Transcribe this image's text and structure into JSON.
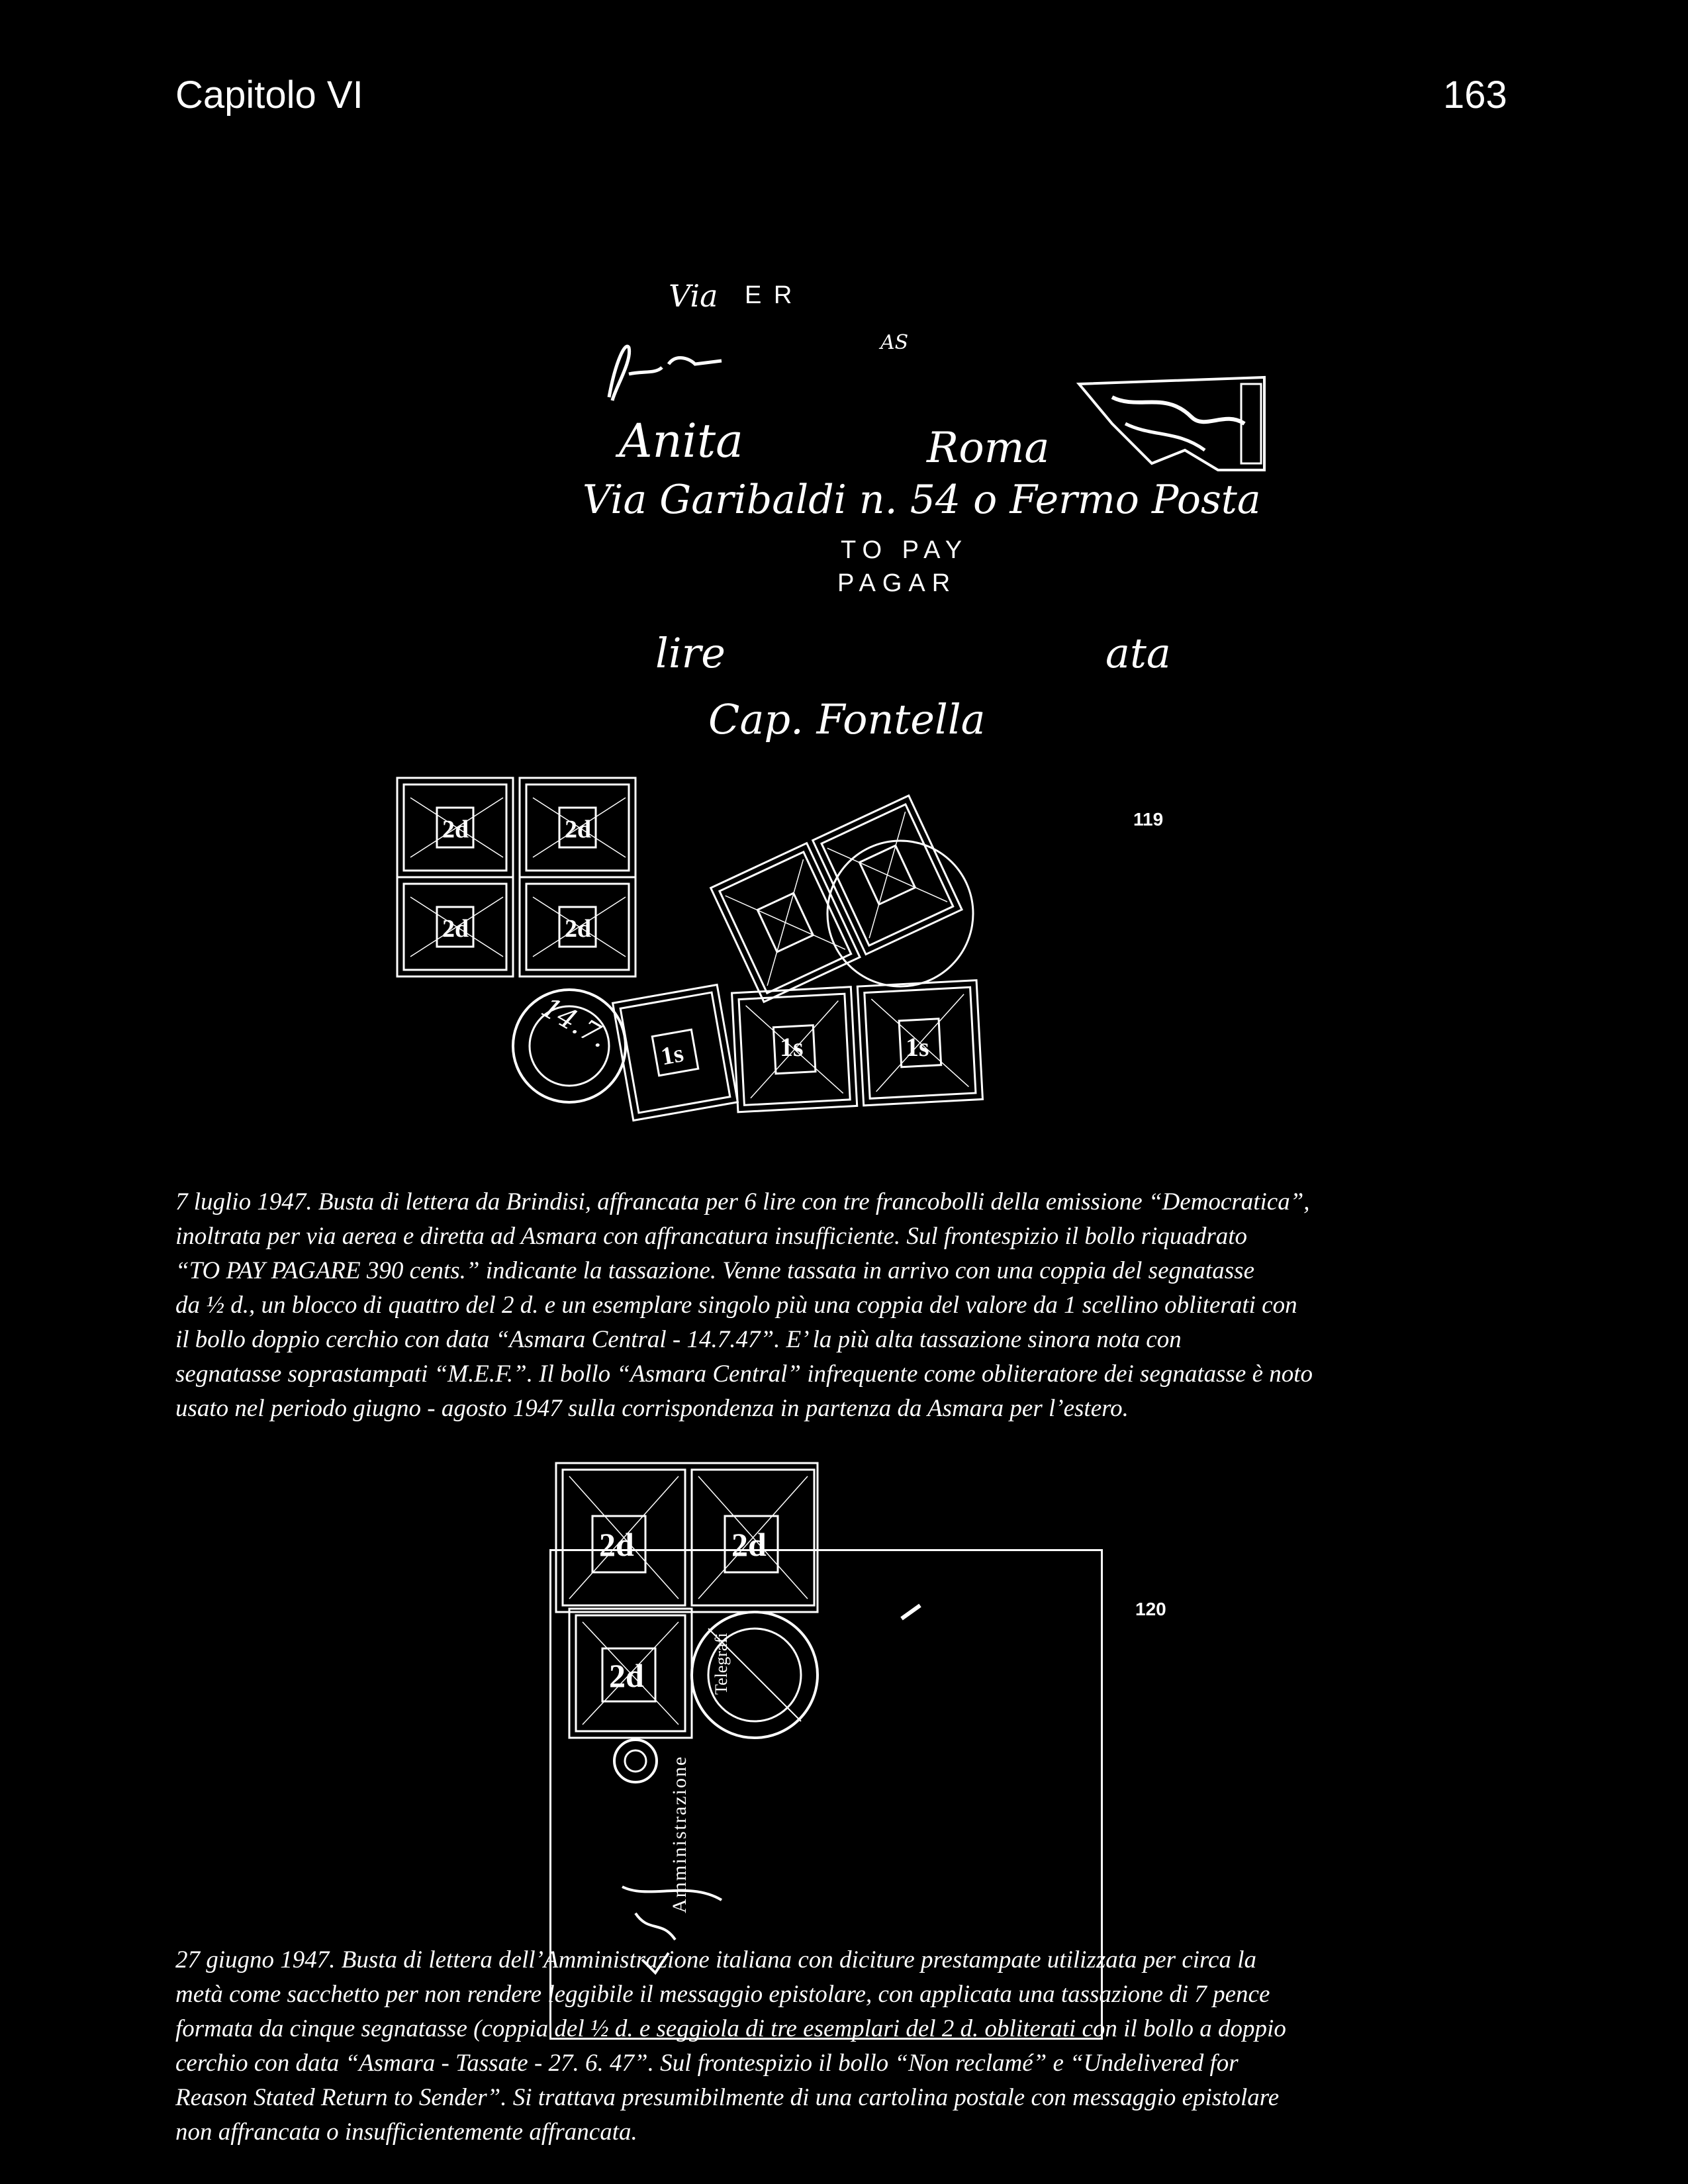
{
  "header": {
    "chapter": "Capitolo VI",
    "page_number": "163"
  },
  "figure1": {
    "number": "119",
    "envelope_text": {
      "line_via": "Via",
      "line_er": "E R",
      "line_name": "Anita",
      "line_address": "Via Garibaldi n. 54 o Fermo Posta",
      "line_city": "Roma",
      "handstamp_line1": "TO PAY",
      "handstamp_line2": "PAGAR",
      "line_lire": "lire",
      "line_ata": "ata",
      "line_sender": "Cap. Fontella",
      "small_mark": "AS",
      "cancel_date": "14.7."
    },
    "stamp_icons": [
      "postage-due-2d-stamp",
      "postage-due-1s-stamp",
      "poste-italiane-stamp"
    ],
    "caption_lines": [
      "7 luglio 1947. Busta di lettera da Brindisi, affrancata per 6 lire con tre francobolli della emissione “Democratica”,",
      "inoltrata per via aerea e diretta ad Asmara con affrancatura insufficiente. Sul frontespizio il bollo riquadrato",
      "“TO PAY PAGARE 390 cents.” indicante la tassazione. Venne tassata in arrivo con una coppia del segnatasse",
      "da ½ d., un blocco di quattro del 2 d. e un esemplare singolo più una coppia del valore da 1 scellino obliterati con",
      "il bollo doppio cerchio con data “Asmara Central - 14.7.47”. E’ la più alta tassazione sinora nota con",
      "segnatasse soprastampati “M.E.F.”. Il bollo “Asmara Central” infrequente come obliteratore dei segnatasse è noto",
      "usato nel periodo giugno - agosto 1947 sulla corrispondenza in partenza da Asmara per l’estero."
    ]
  },
  "figure2": {
    "number": "120",
    "envelope_text": {
      "vertical_text": "Amministrazione",
      "vertical_text2": "Telegrafi"
    },
    "caption_lines": [
      "27 giugno 1947. Busta di lettera dell’Amministrazione italiana con diciture prestampate utilizzata per circa la",
      "metà come sacchetto per non rendere leggibile il messaggio epistolare, con applicata una tassazione di 7 pence",
      "formata da cinque segnatasse (coppia del ½ d. e seggiola di tre esemplari del 2 d. obliterati con il bollo a doppio",
      "cerchio con data “Asmara - Tassate - 27. 6. 47”. Sul frontespizio il bollo “Non reclamé” e “Undelivered for",
      "Reason Stated Return to Sender”. Si trattava presumibilmente di una cartolina postale con messaggio epistolare",
      "non affrancata o insufficientemente affrancata."
    ]
  }
}
